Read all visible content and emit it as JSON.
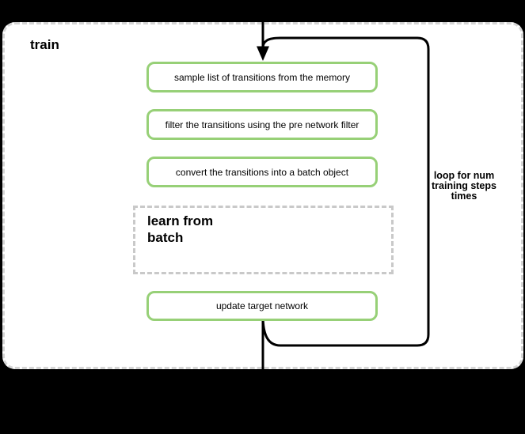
{
  "diagram": {
    "container": {
      "label": "train"
    },
    "steps": [
      {
        "label": "sample list of transitions from the memory"
      },
      {
        "label": "filter the transitions using the pre network filter"
      },
      {
        "label": "convert the transitions into a batch object"
      }
    ],
    "group": {
      "line1": "learn from",
      "line2": "batch"
    },
    "final_step": {
      "label": "update target network"
    },
    "loop_annotation": {
      "line1": "loop for num",
      "line2": "training steps",
      "line3": "times"
    },
    "colors": {
      "background": "#000000",
      "surface": "#ffffff",
      "step_border": "#97d077",
      "flow_line": "#000000",
      "container_border": "#d5d5d5",
      "group_border": "#c9c9c9",
      "text": "#000000"
    }
  }
}
